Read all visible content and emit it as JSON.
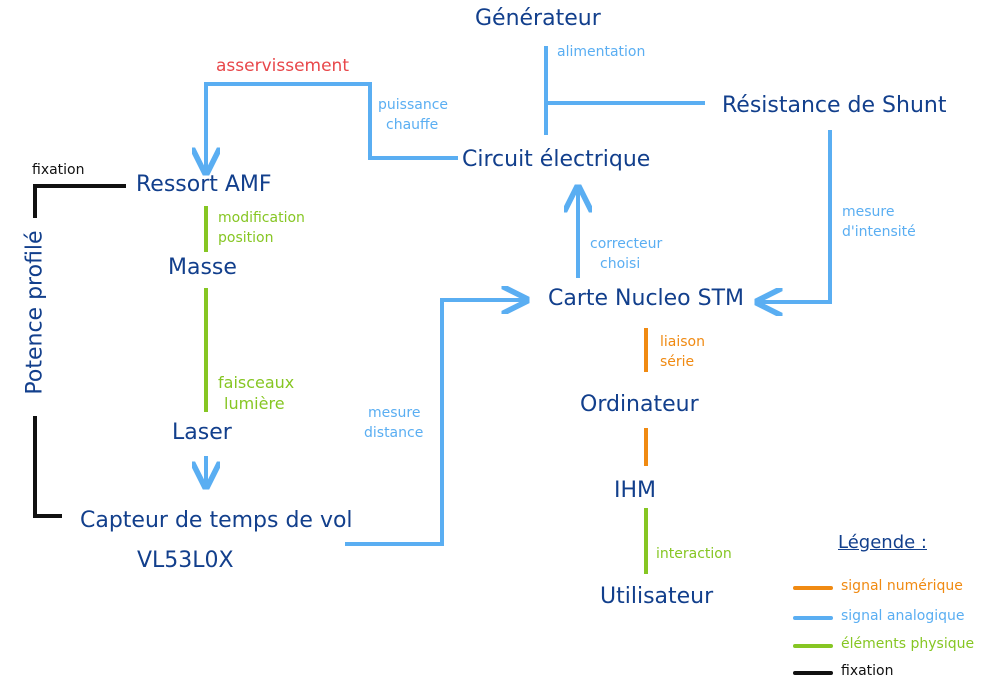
{
  "nodes": {
    "generateur": "Générateur",
    "resistance_shunt": "Résistance de Shunt",
    "circuit_electrique": "Circuit électrique",
    "ressort_amf": "Ressort AMF",
    "masse": "Masse",
    "laser": "Laser",
    "capteur_line1": "Capteur de temps de vol",
    "capteur_line2": "VL53L0X",
    "carte_nucleo": "Carte Nucleo STM",
    "ordinateur": "Ordinateur",
    "ihm": "IHM",
    "utilisateur": "Utilisateur",
    "potence": "Potence profilé"
  },
  "edge_labels": {
    "alimentation": "alimentation",
    "asservissement": "asservissement",
    "puissance_line1": "puissance",
    "puissance_line2": "chauffe",
    "fixation": "fixation",
    "modification_line1": "modification",
    "modification_line2": "position",
    "faisceaux_line1": "faisceaux",
    "faisceaux_line2": "lumière",
    "correcteur_line1": "correcteur",
    "correcteur_line2": "choisi",
    "mesure_intensite_line1": "mesure",
    "mesure_intensite_line2": "d'intensité",
    "mesure_distance_line1": "mesure",
    "mesure_distance_line2": "distance",
    "liaison_line1": "liaison",
    "liaison_line2": "série",
    "interaction": "interaction"
  },
  "legend": {
    "title": "Légende :",
    "items": [
      {
        "label": "signal numérique",
        "color": "#f08a12"
      },
      {
        "label": "signal analogique",
        "color": "#5aaef2"
      },
      {
        "label": "éléments physique",
        "color": "#86c623"
      },
      {
        "label": "fixation",
        "color": "#111111"
      }
    ]
  },
  "colors": {
    "node_text": "#123f8c",
    "analog": "#5aaef2",
    "digital": "#f08a12",
    "physical": "#86c623",
    "fixation": "#111111",
    "asservissement": "#e8474a"
  }
}
